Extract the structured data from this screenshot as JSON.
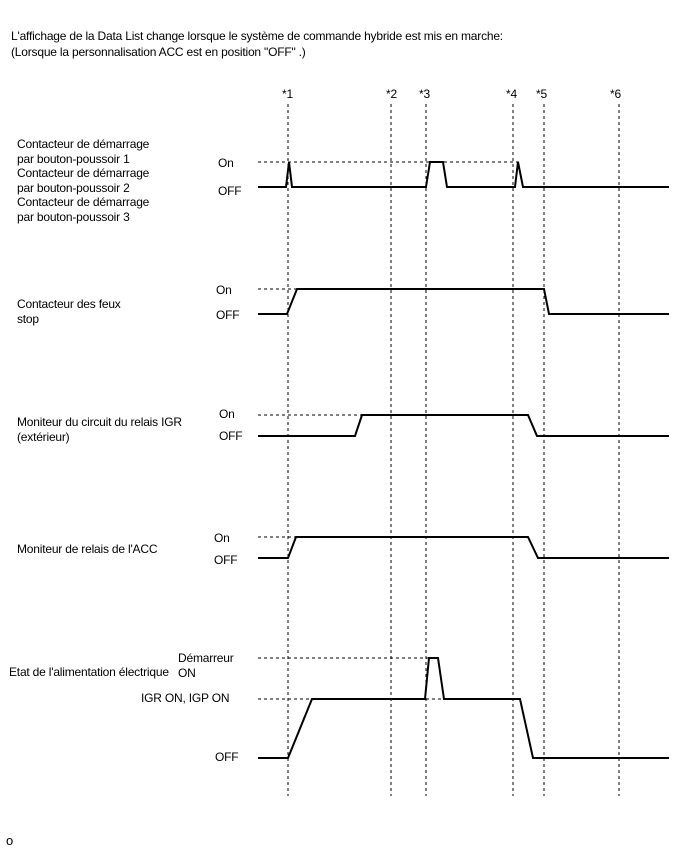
{
  "header": {
    "line1": "L'affichage de la Data List change lorsque le système de commande hybride est mis en marche:",
    "line2": "(Lorsque la personnalisation ACC est en position \"OFF\" .)"
  },
  "markers": [
    "*1",
    "*2",
    "*3",
    "*4",
    "*5",
    "*6"
  ],
  "signals": {
    "s1": {
      "label_a": "Contacteur de démarrage par bouton-poussoir 1",
      "label_b": "Contacteur de démarrage par bouton-poussoir 2",
      "label_c": "Contacteur de démarrage par bouton-poussoir 3",
      "high": "On",
      "low": "OFF"
    },
    "s2": {
      "label": "Contacteur des feux stop",
      "high": "On",
      "low": "OFF"
    },
    "s3": {
      "label": "Moniteur du circuit du relais IGR (extérieur)",
      "high": "On",
      "low": "OFF"
    },
    "s4": {
      "label": "Moniteur de relais de l'ACC",
      "high": "On",
      "low": "OFF"
    },
    "s5": {
      "label": "Etat de l'alimentation électrique",
      "level_top": "Démarreur ON",
      "level_mid": "IGR ON, IGP ON",
      "low": "OFF"
    }
  },
  "footer": {
    "mark": "o"
  }
}
